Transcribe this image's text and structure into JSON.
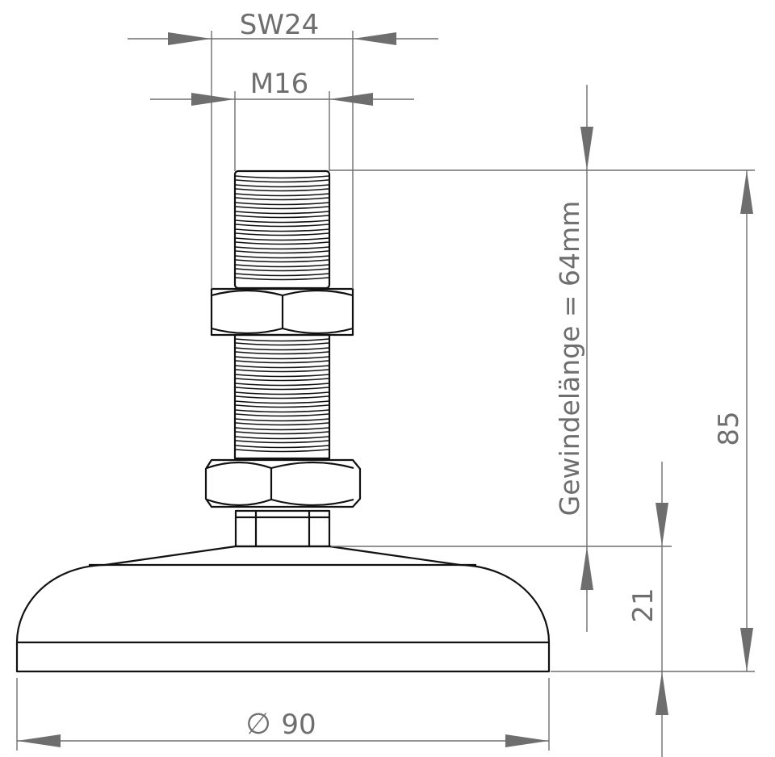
{
  "dimensions": {
    "wrench_size": "SW24",
    "thread": "M16",
    "thread_length": "Gewindelänge = 64mm",
    "total_height": "85",
    "base_height": "21",
    "diameter": "90",
    "diameter_symbol": "∅"
  },
  "colors": {
    "part_stroke": "#111111",
    "dimension_lines": "#6e6e6e",
    "background": "#ffffff"
  }
}
